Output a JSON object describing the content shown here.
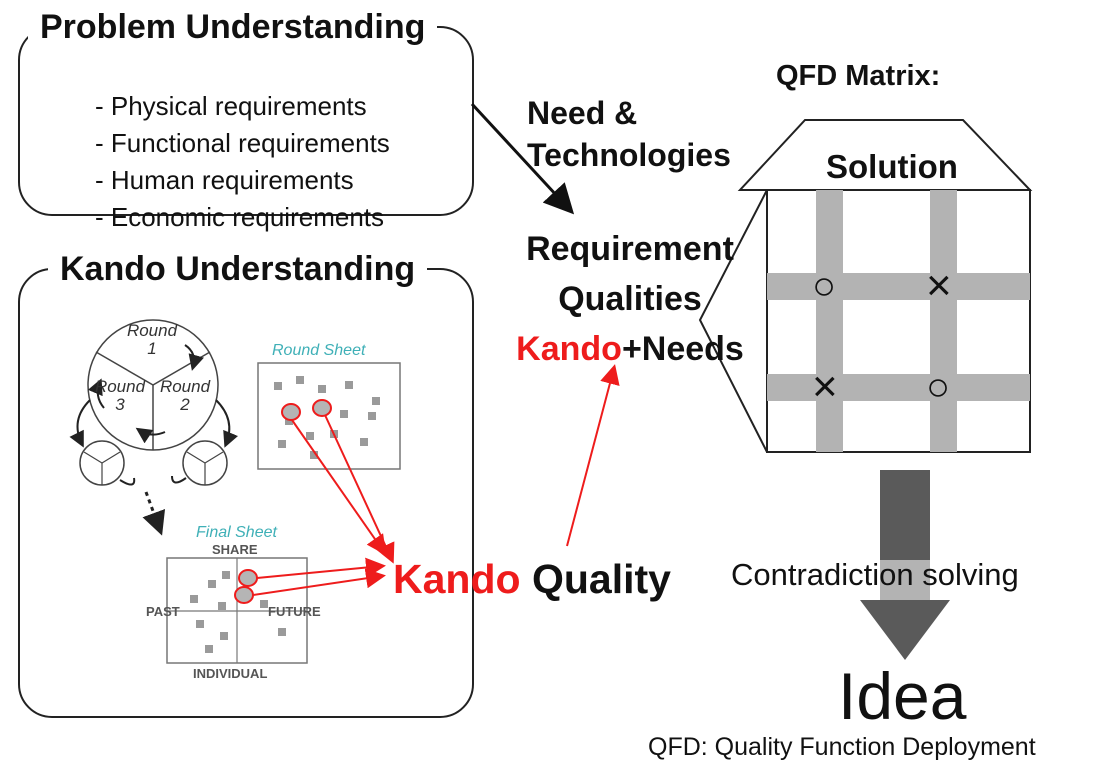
{
  "problem": {
    "title": "Problem Understanding",
    "items": [
      "- Physical requirements",
      "- Functional requirements",
      "- Human requirements",
      "- Economic requirements"
    ]
  },
  "kando_box": {
    "title": "Kando Understanding",
    "rounds": {
      "r1": "Round",
      "r1n": "1",
      "r2": "Round",
      "r2n": "2",
      "r3": "Round",
      "r3n": "3"
    },
    "round_sheet": "Round Sheet",
    "final_sheet": "Final Sheet",
    "axes": {
      "top": "SHARE",
      "bottom": "INDIVIDUAL",
      "left": "PAST",
      "right": "FUTURE"
    }
  },
  "center": {
    "need_line1": "Need &",
    "need_line2": "Technologies",
    "req_line1": "Requirement",
    "req_line2": "Qualities",
    "kando": "Kando",
    "plus_needs": "+Needs",
    "kando_quality_red": "Kando",
    "kando_quality_black": "Quality"
  },
  "qfd": {
    "label": "QFD Matrix:",
    "roof": "Solution",
    "marks": [
      "○",
      "×",
      "×",
      "○"
    ]
  },
  "contradiction": "Contradiction solving",
  "idea": "Idea",
  "footnote": "QFD: Quality Function Deployment",
  "colors": {
    "red": "#ee1c1c",
    "teal": "#3fb0b7",
    "gray_band": "#b3b3b3",
    "arrow_gray": "#5a5a5a"
  }
}
